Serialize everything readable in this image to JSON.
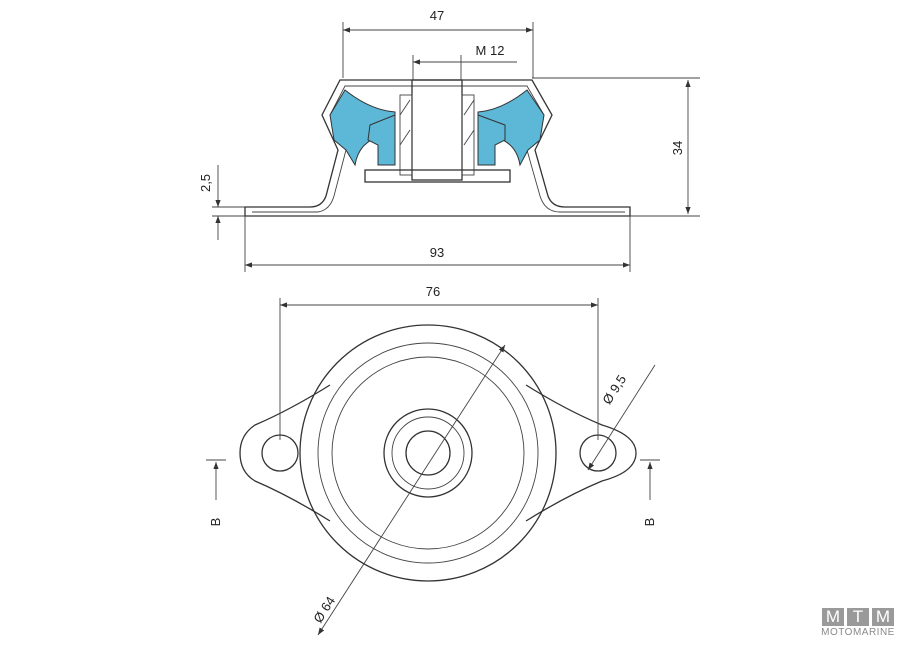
{
  "colors": {
    "rubber": "#5db7d6",
    "line": "#333333"
  },
  "side_view": {
    "dim_top_width": "47",
    "dim_thread": "M 12",
    "dim_height": "34",
    "dim_flange_thickness": "2,5",
    "dim_total_length": "93"
  },
  "top_view": {
    "dim_hole_spacing": "76",
    "dim_body_diameter": "Ø 64",
    "dim_hole_diameter": "Ø 9,5",
    "section_mark_left": "B",
    "section_mark_right": "B"
  },
  "logo": {
    "letters": [
      "M",
      "T",
      "M"
    ],
    "name": "MOTOMARINE"
  }
}
